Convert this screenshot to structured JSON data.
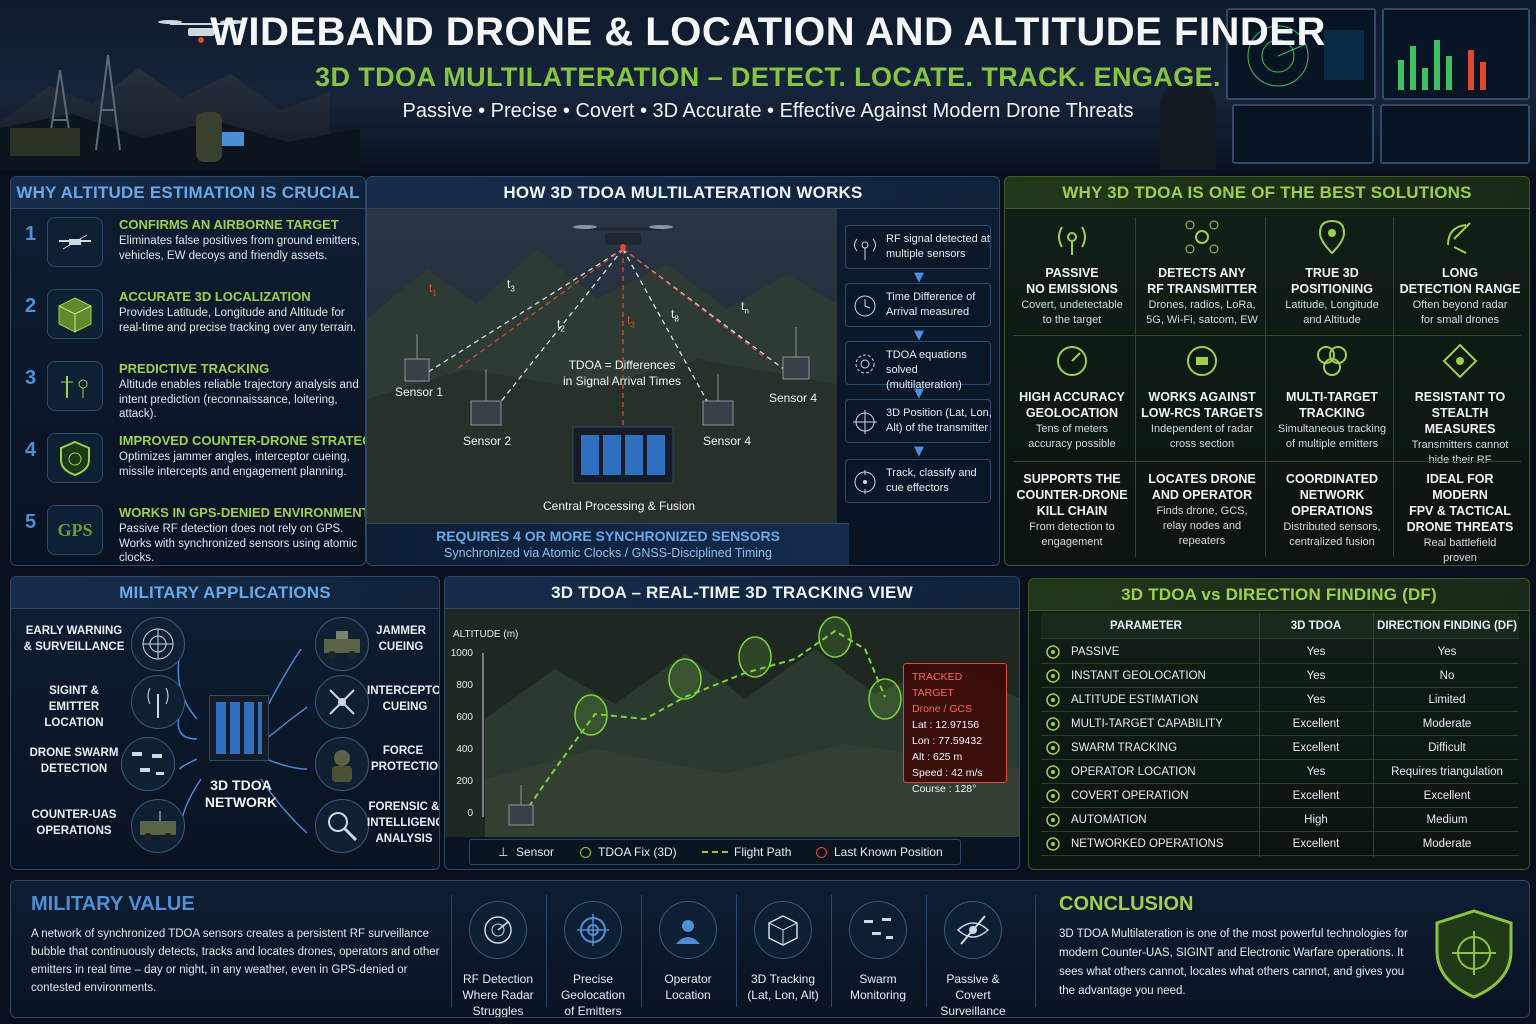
{
  "header": {
    "title": "WIDEBAND DRONE & LOCATION AND ALTITUDE FINDER",
    "subtitle": "3D TDOA MULTILATERATION – DETECT. LOCATE. TRACK. ENGAGE.",
    "tagline": "Passive • Precise • Covert • 3D Accurate • Effective Against Modern Drone Threats"
  },
  "why_altitude": {
    "title": "WHY ALTITUDE ESTIMATION IS CRUCIAL",
    "items": [
      {
        "num": "1",
        "icon": "drone-icon",
        "title": "CONFIRMS AN AIRBORNE TARGET",
        "desc": "Eliminates false positives from ground emitters, vehicles, EW decoys and friendly assets."
      },
      {
        "num": "2",
        "icon": "cube-icon",
        "title": "ACCURATE 3D LOCALIZATION",
        "desc": "Provides Latitude, Longitude and Altitude for real-time and precise tracking over any terrain."
      },
      {
        "num": "3",
        "icon": "trajectory-icon",
        "title": "PREDICTIVE TRACKING",
        "desc": "Altitude enables reliable trajectory analysis and intent prediction (reconnaissance, loitering, attack)."
      },
      {
        "num": "4",
        "icon": "shield-icon",
        "title": "IMPROVED COUNTER-DRONE STRATEGIES",
        "desc": "Optimizes jammer angles, interceptor cueing, missile intercepts and engagement planning."
      },
      {
        "num": "5",
        "icon": "gps-icon",
        "title": "WORKS IN GPS-DENIED ENVIRONMENTS",
        "desc": "Passive RF detection does not rely on GPS. Works with synchronized sensors using atomic clocks."
      }
    ],
    "gps_label": "GPS"
  },
  "how_works": {
    "title": "HOW 3D TDOA MULTILATERATION WORKS",
    "sensors": [
      "Sensor 1",
      "Sensor 2",
      "Sensor 4",
      "Sensor 4"
    ],
    "t_labels": [
      "t",
      "t",
      "t",
      "t",
      "t",
      "t"
    ],
    "t_subs": [
      "1",
      "2",
      "3",
      "3",
      "8",
      "n"
    ],
    "center_line1": "TDOA = Differences",
    "center_line2": "in Signal Arrival Times",
    "hub_label": "Central Processing & Fusion",
    "steps": [
      {
        "icon": "rf-signal-icon",
        "text": "RF signal detected at multiple sensors"
      },
      {
        "icon": "clock-icon",
        "text": "Time Difference of Arrival measured"
      },
      {
        "icon": "equation-gear-icon",
        "text": "TDOA equations solved (multilateration)"
      },
      {
        "icon": "crosshair-3d-icon",
        "text": "3D Position (Lat, Lon, Alt) of the transmitter"
      },
      {
        "icon": "track-target-icon",
        "text": "Track, classify and cue effectors"
      }
    ],
    "req_line1": "REQUIRES 4 OR MORE SYNCHRONIZED SENSORS",
    "req_line2": "Synchronized via Atomic Clocks / GNSS-Disciplined Timing"
  },
  "why_best": {
    "title": "WHY 3D TDOA IS ONE OF THE BEST SOLUTIONS",
    "cells": [
      {
        "icon": "passive-antenna-icon",
        "title": "PASSIVE\nNO EMISSIONS",
        "desc": "Covert, undetectable\nto the target"
      },
      {
        "icon": "rf-transmitter-icon",
        "title": "DETECTS ANY\nRF TRANSMITTER",
        "desc": "Drones, radios, LoRa,\n5G, Wi-Fi, satcom, EW"
      },
      {
        "icon": "location-pin-icon",
        "title": "TRUE 3D\nPOSITIONING",
        "desc": "Latitude, Longitude\nand Altitude"
      },
      {
        "icon": "satellite-dish-icon",
        "title": "LONG\nDETECTION RANGE",
        "desc": "Often beyond radar\nfor small drones"
      },
      {
        "icon": "accuracy-dial-icon",
        "title": "HIGH ACCURACY\nGEOLOCATION",
        "desc": "Tens of meters\naccuracy possible"
      },
      {
        "icon": "low-rcs-icon",
        "title": "WORKS AGAINST\nLOW-RCS TARGETS",
        "desc": "Independent of radar\ncross section"
      },
      {
        "icon": "multi-target-icon",
        "title": "MULTI-TARGET\nTRACKING",
        "desc": "Simultaneous tracking\nof multiple emitters"
      },
      {
        "icon": "stealth-target-icon",
        "title": "RESISTANT TO\nSTEALTH MEASURES",
        "desc": "Transmitters cannot\nhide their RF"
      },
      {
        "icon": "",
        "title": "SUPPORTS THE\nCOUNTER-DRONE\nKILL CHAIN",
        "desc": "From detection to\nengagement"
      },
      {
        "icon": "",
        "title": "LOCATES DRONE\nAND OPERATOR",
        "desc": "Finds drone, GCS,\nrelay nodes and\nrepeaters"
      },
      {
        "icon": "",
        "title": "COORDINATED\nNETWORK OPERATIONS",
        "desc": "Distributed sensors,\ncentralized fusion"
      },
      {
        "icon": "",
        "title": "IDEAL FOR MODERN\nFPV & TACTICAL\nDRONE THREATS",
        "desc": "Real battlefield\nproven"
      }
    ]
  },
  "military_apps": {
    "title": "MILITARY APPLICATIONS",
    "hub": "3D TDOA\nNETWORK",
    "left": [
      {
        "icon": "radar-icon",
        "label": "EARLY WARNING\n& SURVEILLANCE"
      },
      {
        "icon": "antenna-icon",
        "label": "SIGINT &\nEMITTER LOCATION"
      },
      {
        "icon": "drone-swarm-icon",
        "label": "DRONE SWARM\nDETECTION"
      },
      {
        "icon": "vehicle-icon",
        "label": "COUNTER-UAS\nOPERATIONS"
      }
    ],
    "right": [
      {
        "icon": "jammer-truck-icon",
        "label": "JAMMER\nCUEING"
      },
      {
        "icon": "interceptor-drone-icon",
        "label": "INTERCEPTOR\nCUEING"
      },
      {
        "icon": "soldier-icon",
        "label": "FORCE\nPROTECTION"
      },
      {
        "icon": "magnifier-icon",
        "label": "FORENSIC &\nINTELLIGENCE\nANALYSIS"
      }
    ]
  },
  "tracking_view": {
    "title": "3D TDOA – REAL-TIME 3D TRACKING VIEW",
    "y_axis_label": "ALTITUDE (m)",
    "y_ticks": [
      "1000",
      "800",
      "600",
      "400",
      "200",
      "0"
    ],
    "target": {
      "heading": "TRACKED TARGET",
      "subheading": "Drone / GCS",
      "lat": "Lat   : 12.97156",
      "lon": "Lon  : 77.59432",
      "alt": "Alt   : 625 m",
      "speed": "Speed : 42 m/s",
      "course": "Course : 128°"
    },
    "legend": [
      "Sensor",
      "TDOA Fix (3D)",
      "Flight Path",
      "Last Known Position"
    ]
  },
  "comparison": {
    "title": "3D TDOA vs DIRECTION FINDING (DF)",
    "headers": [
      "PARAMETER",
      "3D TDOA",
      "DIRECTION FINDING (DF)"
    ],
    "rows": [
      {
        "icon": "passive-icon",
        "param": "PASSIVE",
        "tdoa": "Yes",
        "df": "Yes"
      },
      {
        "icon": "geolocation-icon",
        "param": "INSTANT GEOLOCATION",
        "tdoa": "Yes",
        "df": "No"
      },
      {
        "icon": "altitude-icon",
        "param": "ALTITUDE ESTIMATION",
        "tdoa": "Yes",
        "df": "Limited"
      },
      {
        "icon": "multi-target-icon",
        "param": "MULTI-TARGET CAPABILITY",
        "tdoa": "Excellent",
        "df": "Moderate"
      },
      {
        "icon": "swarm-icon",
        "param": "SWARM TRACKING",
        "tdoa": "Excellent",
        "df": "Difficult"
      },
      {
        "icon": "operator-pin-icon",
        "param": "OPERATOR LOCATION",
        "tdoa": "Yes",
        "df": "Requires triangulation"
      },
      {
        "icon": "covert-icon",
        "param": "COVERT OPERATION",
        "tdoa": "Excellent",
        "df": "Excellent"
      },
      {
        "icon": "automation-gear-icon",
        "param": "AUTOMATION",
        "tdoa": "High",
        "df": "Medium"
      },
      {
        "icon": "network-icon",
        "param": "NETWORKED OPERATIONS",
        "tdoa": "Excellent",
        "df": "Moderate"
      }
    ]
  },
  "military_value": {
    "title": "MILITARY VALUE",
    "text": "A network of synchronized TDOA sensors creates a persistent RF surveillance bubble that continuously detects, tracks and locates drones, operators and other emitters in real time – day or night, in any weather, even in GPS-denied or contested environments.",
    "items": [
      {
        "icon": "radar-sweep-icon",
        "label": "RF Detection\nWhere Radar\nStruggles"
      },
      {
        "icon": "crosshair-icon",
        "label": "Precise\nGeolocation\nof Emitters"
      },
      {
        "icon": "operator-icon",
        "label": "Operator\nLocation"
      },
      {
        "icon": "cube-3d-icon",
        "label": "3D Tracking\n(Lat, Lon, Alt)"
      },
      {
        "icon": "swarm-monitor-icon",
        "label": "Swarm\nMonitoring"
      },
      {
        "icon": "eye-slash-icon",
        "label": "Passive &\nCovert\nSurveillance"
      }
    ]
  },
  "conclusion": {
    "title": "CONCLUSION",
    "text": "3D TDOA Multilateration is one of the most powerful technologies for modern Counter-UAS, SIGINT and Electronic Warfare operations. It sees what others cannot, locates what others cannot, and gives you the advantage you need."
  },
  "colors": {
    "accent_green": "#86c540",
    "accent_blue": "#4f8fd6",
    "alert_red": "#e0482e",
    "background": "#07101c"
  }
}
